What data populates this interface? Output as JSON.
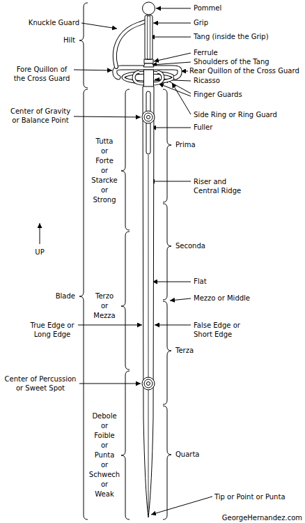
{
  "diagram": {
    "labels": [
      "Pommel",
      "Knuckle Guard",
      "Grip",
      "Hilt",
      "Tang (inside the Grip)",
      "Ferrule",
      "Fore Quillon of the Cross Guard",
      "Shoulders of the Tang",
      "Rear Quillon of the Cross Guard",
      "Ricasso",
      "Finger Guards",
      "Center of Gravity or Balance Point",
      "Side Ring or Ring Guard",
      "Fuller",
      "Prima",
      "Tutta or Forte or Starcke or Strong",
      "Riser and Central Ridge",
      "UP",
      "Seconda",
      "Flat",
      "Blade",
      "Terzo or Mezza",
      "Mezzo or Middle",
      "True Edge or Long Edge",
      "False Edge or Short Edge",
      "Terza",
      "Center of Percussion or Sweet Spot",
      "Debole or Foible or Punta or Schwech or Weak",
      "Quarta",
      "Tip or Point or Punta",
      "GeorgeHernandez.com"
    ]
  }
}
